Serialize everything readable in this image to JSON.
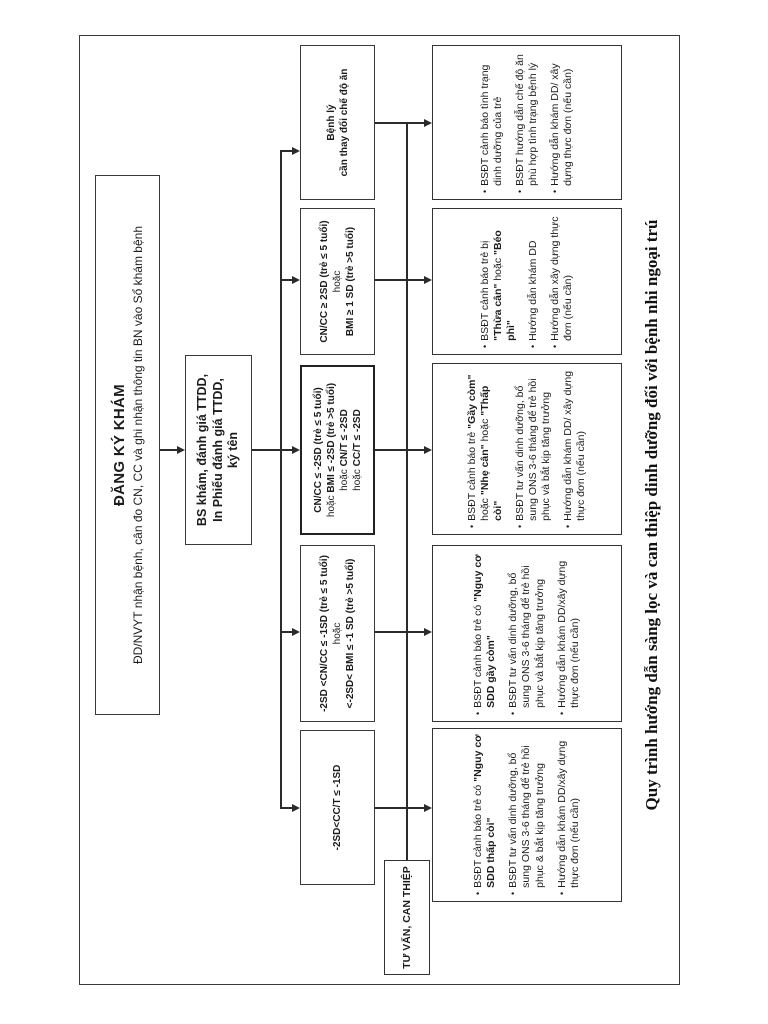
{
  "page": {
    "caption": "Quy trình hướng dẫn sàng lọc và can thiệp dinh dưỡng đối với bệnh nhi ngoại trú"
  },
  "flow": {
    "start": {
      "title": "ĐĂNG KÝ KHÁM",
      "subtitle": "ĐD/NVYT nhận bệnh, cân đo CN, CC và ghi nhận thông tin BN vào Sổ khám bệnh"
    },
    "assess": {
      "lines": [
        "BS khám, đánh giá TTDD,",
        "In Phiếu đánh giá TTDD,",
        "ký tên"
      ]
    },
    "intervention_label": "TƯ VẤN, CAN THIỆP",
    "branches": [
      {
        "id": "risk-stunting",
        "condition_lines": [
          [
            {
              "t": "-2SD<CC/T ≤ -1SD",
              "b": true
            }
          ]
        ],
        "actions": [
          [
            {
              "t": "BSĐT cảnh báo trẻ có ",
              "b": false
            },
            {
              "t": "\"Nguy cơ SDD thấp còi\"",
              "b": true
            }
          ],
          [
            {
              "t": "BSĐT tư vấn dinh dưỡng, bổ sung ONS 3-6 tháng để trẻ hồi phục & bắt kịp tăng trưởng",
              "b": false
            }
          ],
          [
            {
              "t": "Hướng dẫn khám DD/xây dựng thực đơn (nếu cần)",
              "b": false
            }
          ]
        ]
      },
      {
        "id": "risk-wasting",
        "condition_lines": [
          [
            {
              "t": "-2SD <CN/CC ≤ -1SD (trẻ ≤ 5 tuổi)",
              "b": true
            }
          ],
          [
            {
              "t": "hoặc",
              "b": false
            }
          ],
          [
            {
              "t": "<-2SD< BMI ≤ -1 SD (trẻ >5 tuổi)",
              "b": true
            }
          ]
        ],
        "actions": [
          [
            {
              "t": "BSĐT cảnh báo trẻ có ",
              "b": false
            },
            {
              "t": "\"Nguy cơ SDD gầy còm\"",
              "b": true
            }
          ],
          [
            {
              "t": "BSĐT tư vấn dinh dưỡng, bổ sung ONS 3-6 tháng để trẻ hồi phục và bắt kịp tăng trưởng",
              "b": false
            }
          ],
          [
            {
              "t": "Hướng dẫn khám DD/xây dựng thực đơn (nếu cần)",
              "b": false
            }
          ]
        ]
      },
      {
        "id": "malnutrition",
        "bold_border": true,
        "condition_lines": [
          [
            {
              "t": "CN/CC ≤ -2SD (trẻ ≤ 5 tuổi)",
              "b": true
            }
          ],
          [
            {
              "t": "hoặc ",
              "b": false
            },
            {
              "t": "BMI ≤ -2SD (trẻ >5 tuổi)",
              "b": true
            }
          ],
          [
            {
              "t": "hoặc ",
              "b": false
            },
            {
              "t": "CN/T ≤ -2SD",
              "b": true
            }
          ],
          [
            {
              "t": "hoặc ",
              "b": false
            },
            {
              "t": "CC/T ≤ -2SD",
              "b": true
            }
          ]
        ],
        "actions": [
          [
            {
              "t": "BSĐT cảnh báo trẻ ",
              "b": false
            },
            {
              "t": "\"Gầy còm\"",
              "b": true
            },
            {
              "t": " hoặc ",
              "b": false
            },
            {
              "t": "\"Nhẹ cân\"",
              "b": true
            },
            {
              "t": " hoặc ",
              "b": false
            },
            {
              "t": "\"Thấp còi\"",
              "b": true
            }
          ],
          [
            {
              "t": "BSĐT tư vấn dinh dưỡng, bổ sung ONS 3-6 tháng để trẻ hồi phục và bắt kịp tăng trưởng",
              "b": false
            }
          ],
          [
            {
              "t": "Hướng dẫn khám DD/ xây dựng thực đơn (nếu cần)",
              "b": false
            }
          ]
        ]
      },
      {
        "id": "overweight",
        "condition_lines": [
          [
            {
              "t": "CN/CC ≥ 2SD (trẻ ≤ 5 tuổi)",
              "b": true
            }
          ],
          [
            {
              "t": "hoặc",
              "b": false
            }
          ],
          [
            {
              "t": "BMI ≥ 1 SD (trẻ >5 tuổi)",
              "b": true
            }
          ]
        ],
        "actions": [
          [
            {
              "t": "BSĐT cảnh báo trẻ bị ",
              "b": false
            },
            {
              "t": "\"Thừa cân\"",
              "b": true
            },
            {
              "t": " hoặc ",
              "b": false
            },
            {
              "t": "\"Béo phì\"",
              "b": true
            }
          ],
          [
            {
              "t": "Hướng dẫn khám DD",
              "b": false
            }
          ],
          [
            {
              "t": "Hướng dẫn xây dựng thực đơn (nếu cần)",
              "b": false
            }
          ]
        ]
      },
      {
        "id": "pathology",
        "condition_lines": [
          [
            {
              "t": "Bệnh lý",
              "b": true
            }
          ],
          [
            {
              "t": "cần thay đổi chế độ ăn",
              "b": true
            }
          ]
        ],
        "actions": [
          [
            {
              "t": "BSĐT cảnh báo tình trạng dinh dưỡng của trẻ",
              "b": false
            }
          ],
          [
            {
              "t": "BSĐT hướng dẫn chế độ ăn phù hợp tình trạng bệnh lý",
              "b": false
            }
          ],
          [
            {
              "t": "Hướng dẫn khám DD/ xây dựng thực đơn (nếu cần)",
              "b": false
            }
          ]
        ]
      }
    ]
  }
}
